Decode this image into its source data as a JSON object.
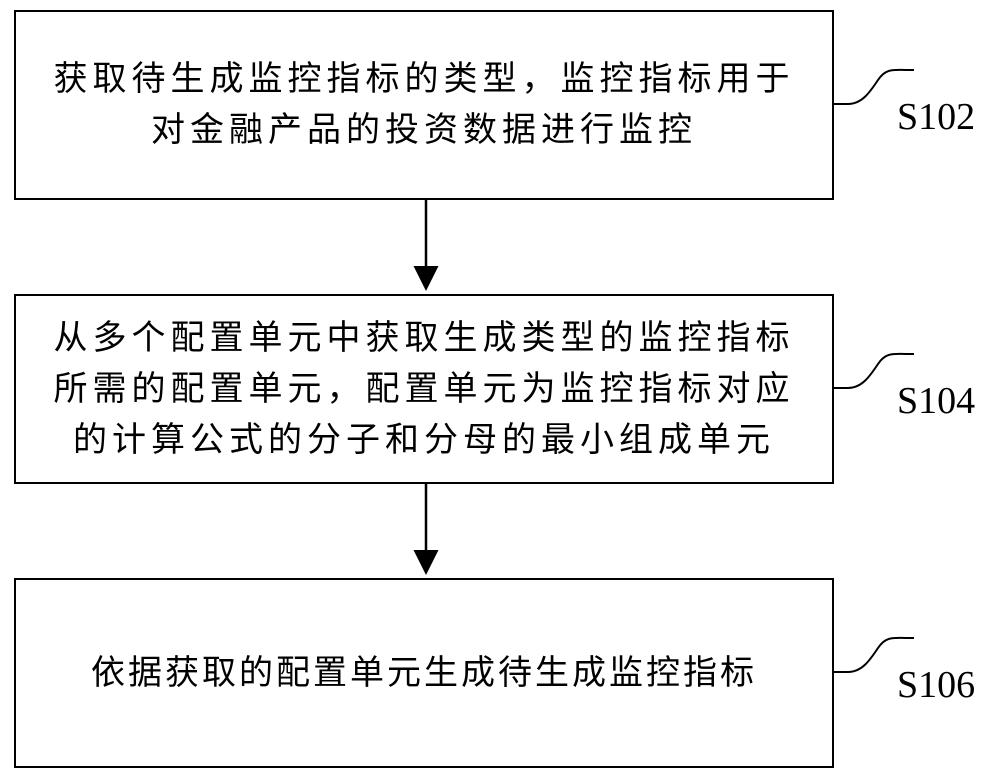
{
  "steps": [
    {
      "lines": [
        "获取待生成监控指标的类型，监控指标用于",
        "对金融产品的投资数据进行监控"
      ],
      "label": "S102"
    },
    {
      "lines": [
        "从多个配置单元中获取生成类型的监控指标",
        "所需的配置单元，配置单元为监控指标对应",
        "的计算公式的分子和分母的最小组成单元"
      ],
      "label": "S104"
    },
    {
      "lines": [
        "依据获取的配置单元生成待生成监控指标"
      ],
      "label": "S106"
    }
  ]
}
